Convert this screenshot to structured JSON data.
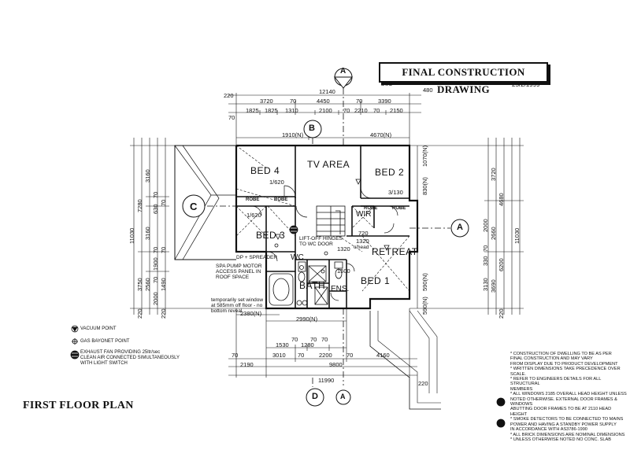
{
  "title_block": {
    "drawing_title": "FINAL CONSTRUCTION DRAWING",
    "initials": "DUC",
    "date": "25/2/1999"
  },
  "plan_title": "FIRST FLOOR PLAN",
  "rooms": {
    "bed4": "BED 4",
    "tv_area": "TV AREA",
    "bed2": "BED 2",
    "bed3": "BED 3",
    "retreat": "RETREAT",
    "bed1": "BED 1",
    "bath": "BATH",
    "ens": "ENS.",
    "wir": "WIR",
    "wc": "WC",
    "robe1": "ROBE",
    "robe2": "ROBE",
    "robe3": "ROBE",
    "robe4": "ROBE"
  },
  "section_markers": {
    "a_top": "A",
    "a_bottom": "A",
    "a_right": "A",
    "b": "B",
    "c": "C",
    "d": "D"
  },
  "top_dimensions": {
    "overall": "12140",
    "right_small": "480",
    "left_small": "220",
    "row2": [
      "3720",
      "70",
      "4450",
      "70",
      "3390"
    ],
    "row3": [
      "70",
      "1825",
      "1825",
      "1310",
      "2100",
      "70",
      "2210",
      "70",
      "2150"
    ],
    "b_left": "1910(N)",
    "b_right": "4670(N)"
  },
  "bottom_dimensions": {
    "d1": "2990(N)",
    "d2": "2380(N)",
    "row1": [
      "1530",
      "70",
      "1280",
      "70",
      "70"
    ],
    "row2": [
      "70",
      "3010",
      "70",
      "2200",
      "70",
      "4160"
    ],
    "row3": [
      "2190",
      "9800"
    ],
    "overall": "11990",
    "left_small": "220"
  },
  "left_dimensions": {
    "overall": "11030",
    "col1": [
      "7280",
      "3750",
      "220"
    ],
    "col2": [
      "3160",
      "3160",
      "2560",
      "2000",
      "220"
    ],
    "col3": [
      "70",
      "630",
      "70",
      "1900",
      "70",
      "1490"
    ],
    "col4": [
      "70",
      "70"
    ]
  },
  "right_dimensions": {
    "overall": "11030",
    "col1": [
      "3720",
      "2660",
      "3690"
    ],
    "col2": [
      "4680",
      "6200",
      "220"
    ],
    "col3": [
      "2000",
      "70",
      "3130",
      "330"
    ],
    "inner": [
      "1070(N)",
      "830(N)",
      "590(N)",
      "590(N)"
    ]
  },
  "interior_labels": {
    "lift_off": "LIFT-OFF HINGES TO WC DOOR",
    "spa": "SPA PUMP MOTOR ACCESS PANEL IN ROOF SPACE",
    "dp_spreader": "DP + SPREADER",
    "window_note": "temporarily set window at 585mm off floor - no bottom reveal",
    "ohead": "o'head",
    "dim_1320a": "1320",
    "dim_1320b": "1320",
    "dim_1620a": "1/620",
    "dim_1620b": "1/620",
    "dim_3130": "3/130",
    "dim_720": "720",
    "dim_1500": "1500"
  },
  "legend": {
    "vacuum": "VACUUM POINT",
    "gas": "GAS BAYONET POINT",
    "exhaust_1": "EXHAUST FAN PROVIDING 25ltr/sec",
    "exhaust_2": "CLEAN AIR CONNECTED SIMULTANEOUSLY",
    "exhaust_3": "WITH LIGHT SWITCH"
  },
  "notes": [
    "* CONSTRUCTION OF DWELLING TO BE AS PER",
    "  FINAL CONSTRUCTION AND MAY VARY",
    "  FROM DISPLAY DUE TO PRODUCT DEVELOPMENT",
    "* WRITTEN DIMENSIONS TAKE PRECEDENCE OVER SCALE.",
    "* REFER TO ENGINEERS DETAILS FOR ALL STRUCTURAL",
    "  MEMBERS",
    "* ALL WINDOWS 2185 OVERALL HEAD HEIGHT UNLESS",
    "  NOTED OTHERWISE. EXTERNAL DOOR FRAMES & WINDOWS",
    "  ABUTTING DOOR FRAMES TO BE AT 2110 HEAD HEIGHT",
    "* SMOKE DETECTORS TO BE CONNECTED TO MAINS",
    "  POWER AND HAVING A STANDBY POWER SUPPLY",
    "  IN ACCORDANCE WITH AS3786-1990",
    "* ALL BRICK DIMENSIONS ARE NOMINAL DIMENSIONS",
    "* UNLESS OTHERWISE NOTED NO CONC. SLAB"
  ]
}
